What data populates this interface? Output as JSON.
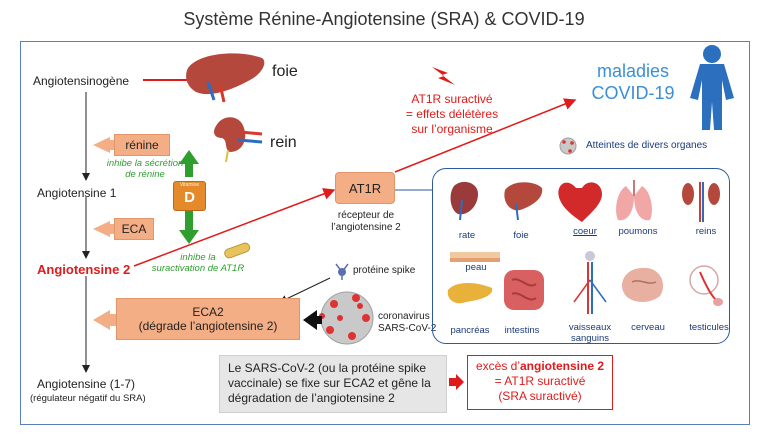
{
  "title": "Système Rénine-Angiotensine (SRA) & COVID-19",
  "pathway": {
    "angiotensinogene": "Angiotensinogène",
    "foie": "foie",
    "rein": "rein",
    "renine": "rénine",
    "inhibe_secretion_1": "inhibe la sécrétion",
    "inhibe_secretion_2": "de rénine",
    "angiotensine1": "Angiotensine 1",
    "eca": "ECA",
    "vitamine_small": "Vitamine",
    "vitamine_d": "D",
    "inhibe_suract_1": "inhibe la",
    "inhibe_suract_2": "suractivation de AT1R",
    "angiotensine2": "Angiotensine 2",
    "eca2_line1": "ECA2",
    "eca2_line2": "(dégrade l’angiotensine 2)",
    "angiotensine17": "Angiotensine (1-7)",
    "regulateur": "(régulateur négatif du SRA)",
    "at1r": "AT1R",
    "recepteur_1": "récepteur de",
    "recepteur_2": "l’angiotensine 2",
    "proteine_spike": "protéine spike",
    "coronavirus_1": "coronavirus",
    "coronavirus_2": "SARS-CoV-2"
  },
  "effects": {
    "line1": "AT1R suractivé",
    "line2": "= effets délétères",
    "line3": "sur l’organisme"
  },
  "maladies": {
    "line1": "maladies",
    "line2": "COVID-19"
  },
  "organs": {
    "header": "Atteintes de divers organes",
    "items": [
      "rate",
      "foie",
      "coeur",
      "poumons",
      "reins",
      "peau",
      "pancréas",
      "intestins",
      "vaisseaux",
      "sanguins",
      "cerveau",
      "testicules"
    ]
  },
  "callout": {
    "line1": "Le SARS-CoV-2 (ou la protéine spike",
    "line2": "vaccinale) se fixe sur ECA2 et gêne la",
    "line3": "dégradation de l’angiotensine 2"
  },
  "result": {
    "excess_prefix": "excès d’",
    "excess_bold": "angiotensine 2",
    "line2": "= AT1R suractivé",
    "line3": "(SRA suractivé)"
  },
  "colors": {
    "accent_red": "#e01b1b",
    "orange_box": "#f4ae86",
    "green": "#2f9e2f",
    "blue_title": "#3a8fd6",
    "frame_blue": "#5b7fb8"
  }
}
